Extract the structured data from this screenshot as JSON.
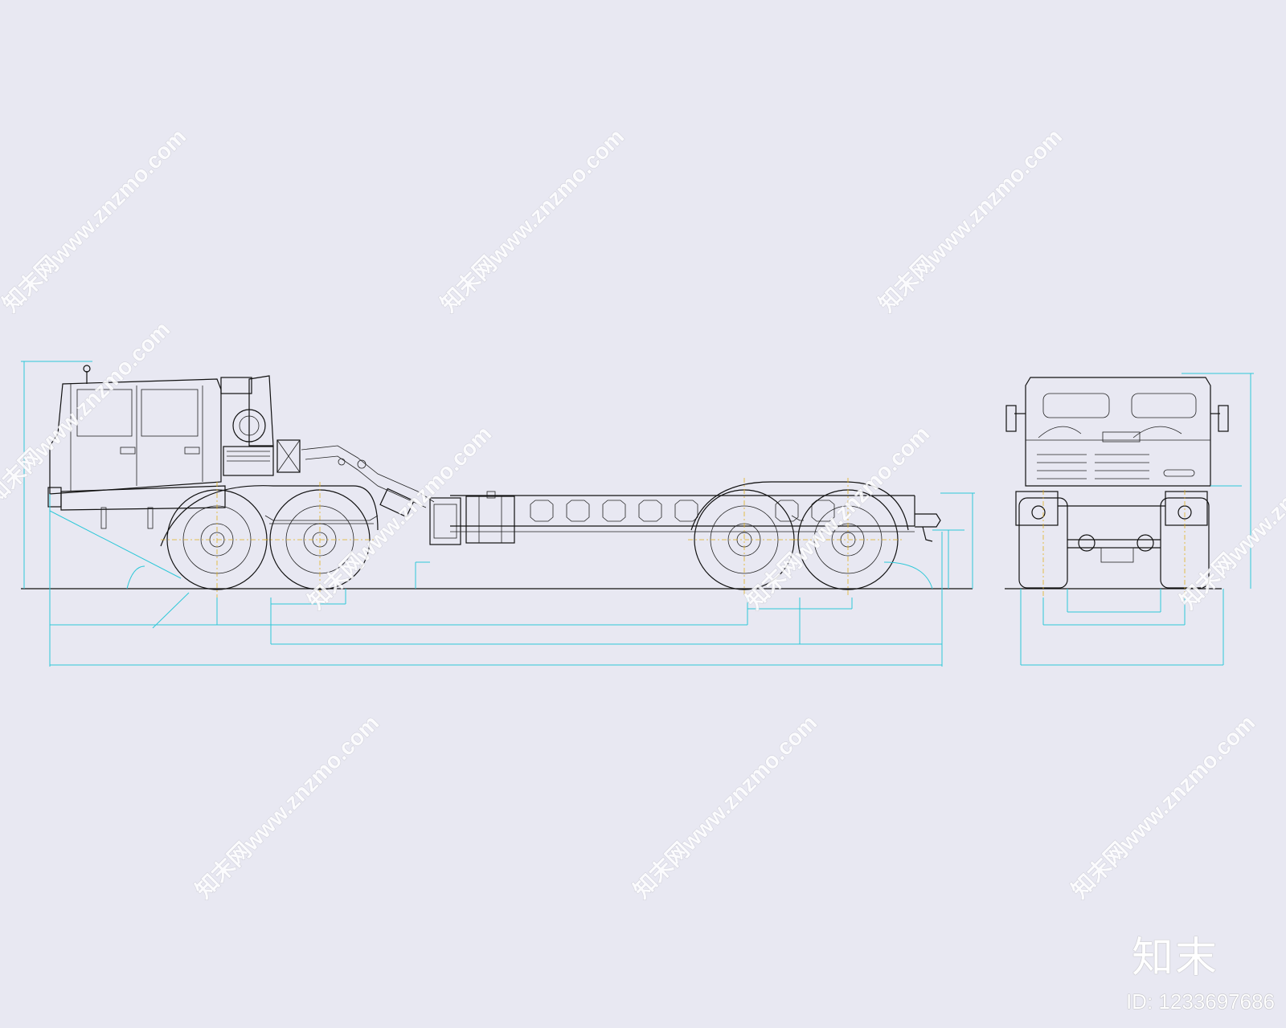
{
  "watermark": {
    "text": "知末网www.znzmo.com",
    "brand_logo": "知末",
    "brand_id": "ID: 1233697686"
  },
  "colors": {
    "background": "#e8e8f2",
    "line": "#111111",
    "dimension": "#2ec8d8",
    "centerline": "#e0b020"
  },
  "drawing": {
    "views": [
      "side-view",
      "front-view"
    ]
  }
}
